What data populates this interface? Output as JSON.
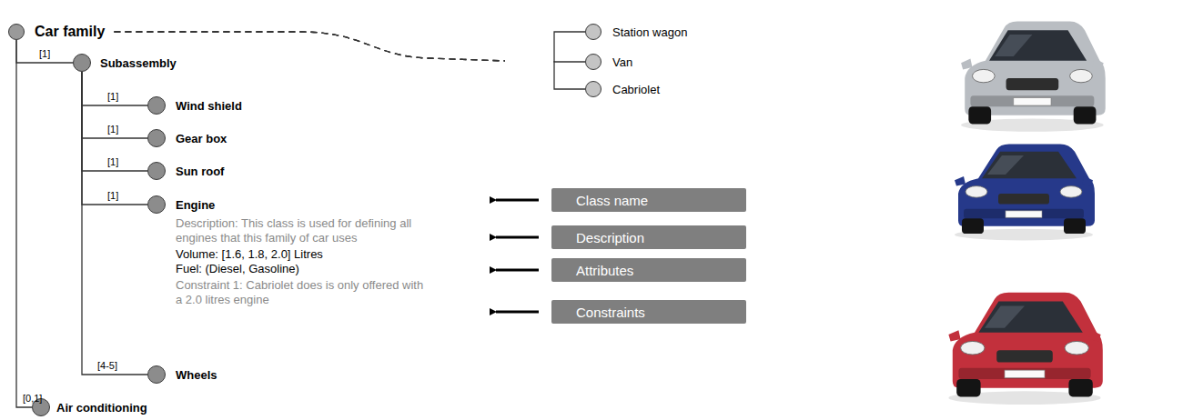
{
  "diagram": {
    "nodes": [
      {
        "text": [
          "Car family"
        ]
      },
      {
        "text": [
          "Subassembly"
        ]
      },
      {
        "text": [
          "Wind shield"
        ]
      },
      {
        "text": [
          "Gear box"
        ]
      },
      {
        "text": [
          "Sun roof"
        ]
      },
      {
        "text": [
          "Engine",
          "Description: This class is used for defining all engines that this family of car uses",
          "Volume: [1.6, 1.8, 2.0] Litres",
          "Fuel: (Diesel, Gasoline)",
          "Constraint 1: Cabriolet does is only offered with a 2.0 litres engine"
        ]
      },
      {
        "text": [
          "Wheels"
        ]
      },
      {
        "text": [
          "Air conditioning"
        ]
      },
      {
        "text": [
          "Station wagon"
        ]
      },
      {
        "text": [
          "Van"
        ]
      },
      {
        "text": [
          "Cabriolet"
        ]
      },
      {
        "text": [
          "Class name"
        ]
      },
      {
        "text": [
          "Description"
        ]
      },
      {
        "text": [
          "Attributes"
        ]
      },
      {
        "text": [
          "Constraints"
        ]
      }
    ],
    "edges": [
      {
        "from": 0,
        "to": 1,
        "arrow": "none"
      },
      {
        "from": 1,
        "to": 2,
        "arrow": "none"
      },
      {
        "from": 1,
        "to": 3,
        "arrow": "none"
      },
      {
        "from": 1,
        "to": 4,
        "arrow": "none"
      },
      {
        "from": 1,
        "to": 5,
        "arrow": "none"
      },
      {
        "from": 1,
        "to": 6,
        "arrow": "none"
      },
      {
        "from": 0,
        "to": 7,
        "arrow": "none"
      },
      {
        "from": 0,
        "to": 8,
        "arrow": "none"
      },
      {
        "from": 0,
        "to": 9,
        "arrow": "none"
      },
      {
        "from": 0,
        "to": 10,
        "arrow": "none"
      }
    ],
    "labels": [
      "[1]",
      "[1]",
      "[1]",
      "[1]",
      "[1]",
      "[4-5]",
      "[0,1]"
    ]
  }
}
